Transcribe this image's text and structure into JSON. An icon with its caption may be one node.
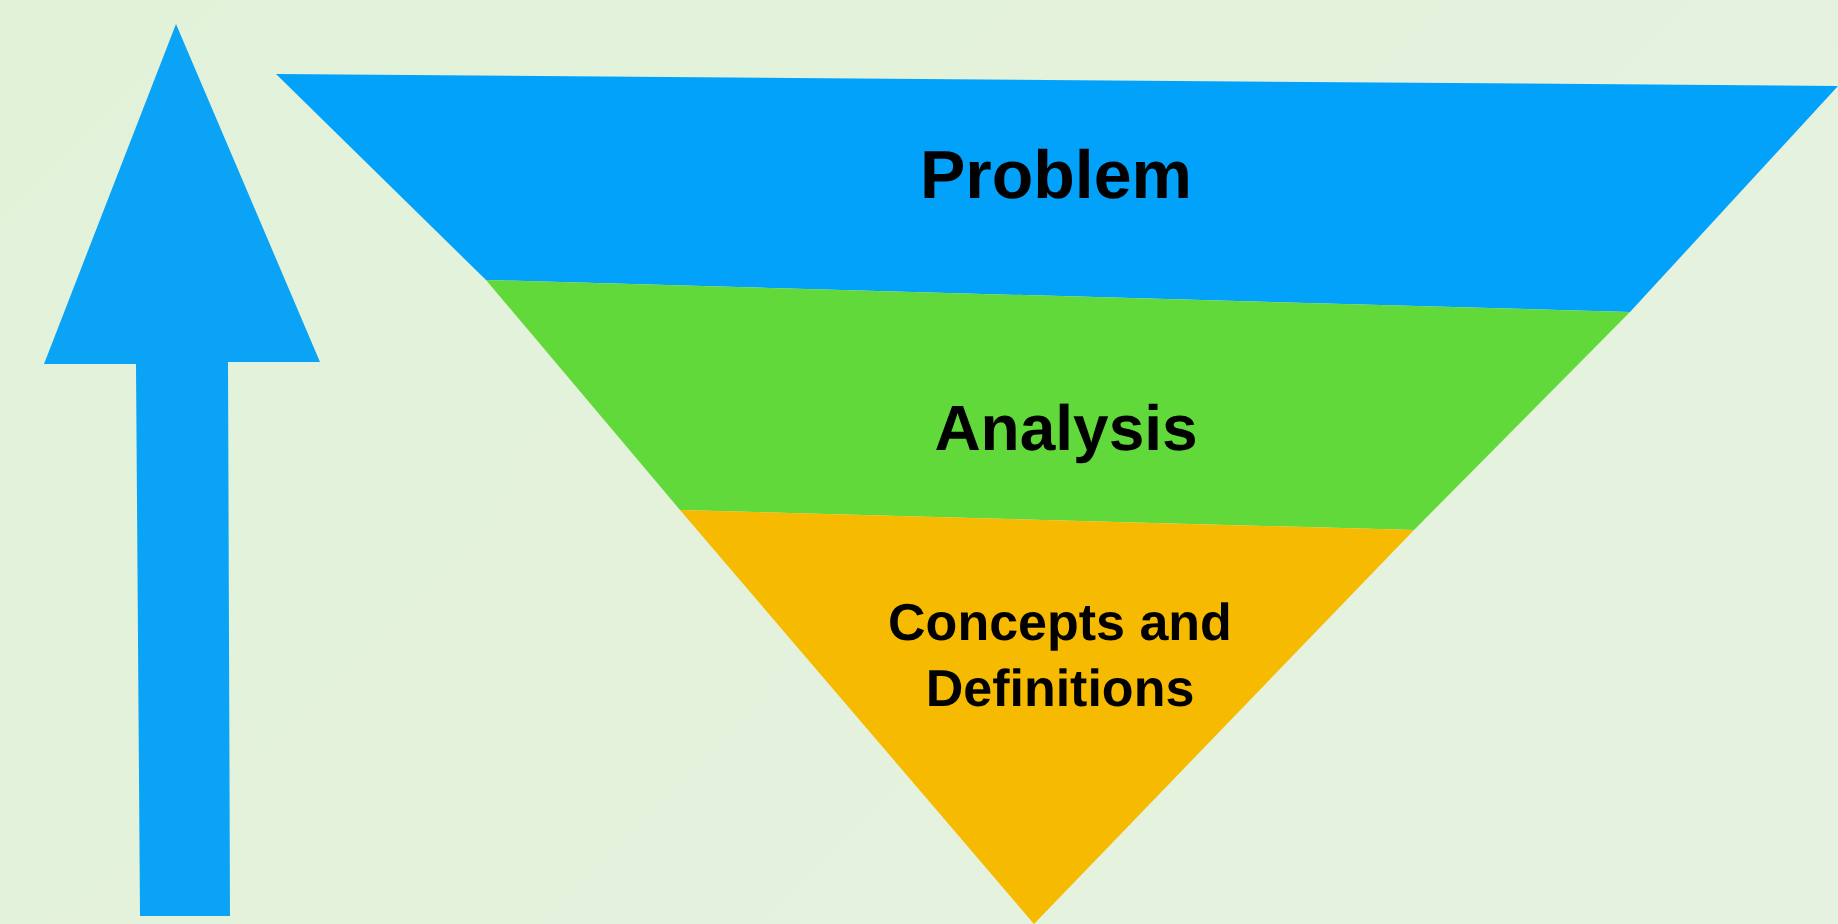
{
  "diagram": {
    "nodes": [
      {
        "text": [
          "Problem"
        ]
      },
      {
        "text": [
          "Analysis"
        ]
      },
      {
        "text": [
          "Concepts and Definitions"
        ]
      }
    ]
  }
}
